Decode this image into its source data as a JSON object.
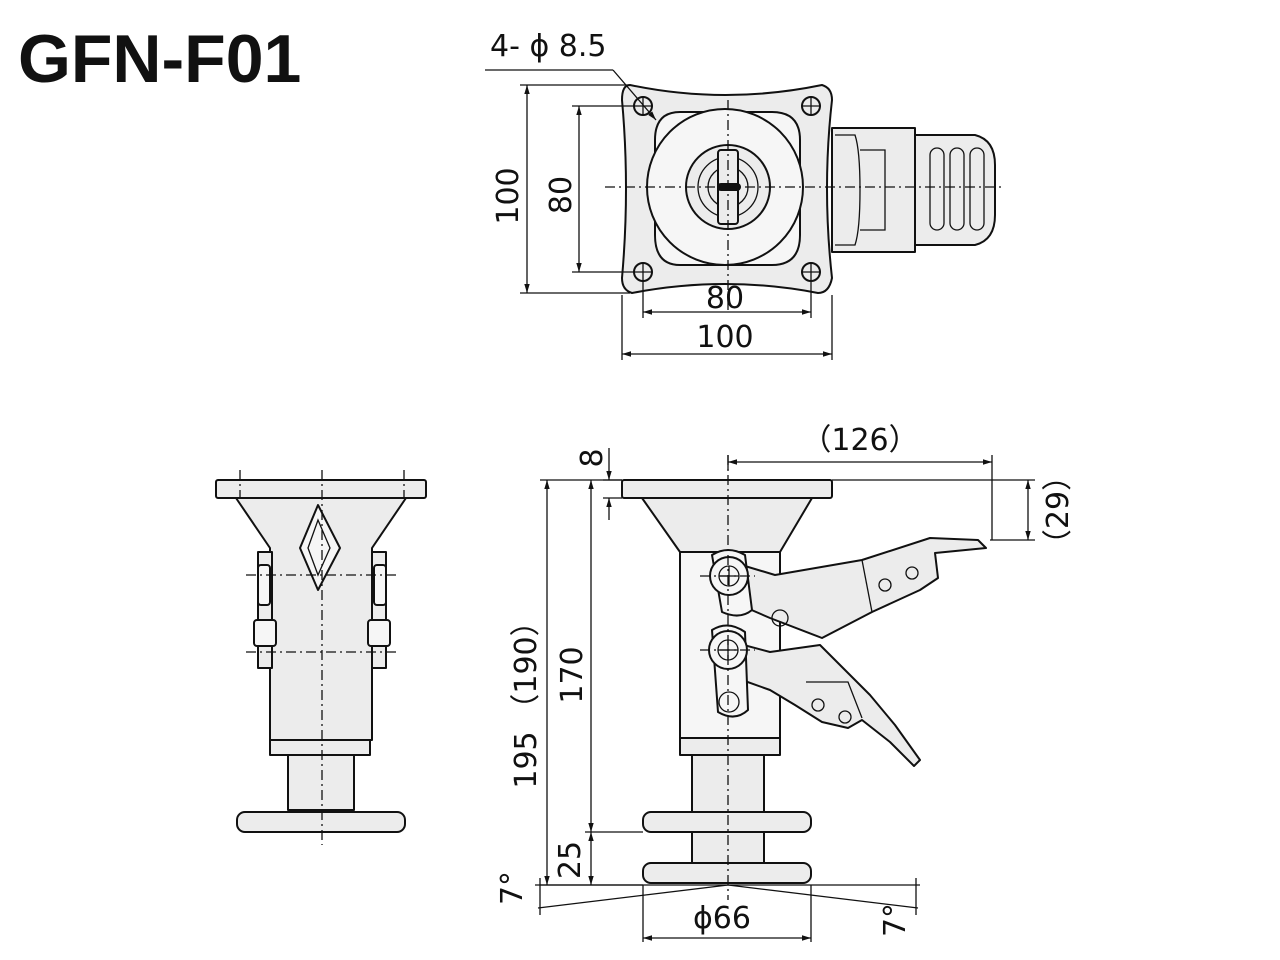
{
  "title": "GFN-F01",
  "top_view": {
    "hole_callout": "4- ϕ 8.5",
    "height_outer": "100",
    "height_inner": "80",
    "width_inner": "80",
    "width_outer": "100"
  },
  "side_view": {
    "plate_thickness": "8",
    "lever_length": "（126）",
    "lever_height": "（29）",
    "total_height_max": "195",
    "total_height_min": "（190）",
    "height_to_pad": "170",
    "adjust_stroke": "25",
    "tilt_left": "7°",
    "tilt_right": "7°",
    "pad_diameter": "ϕ66"
  }
}
